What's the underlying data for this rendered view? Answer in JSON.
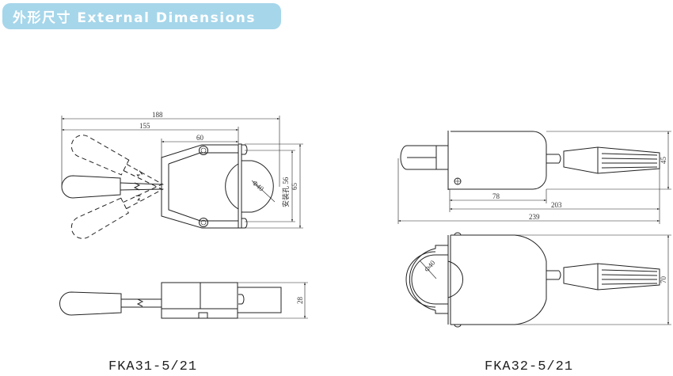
{
  "header": {
    "title": "外形尺寸 External Dimensions",
    "color": "#a6d6ea"
  },
  "left_drawing": {
    "model": "FKA31-5/21",
    "dims": {
      "overall": "188",
      "to_plate": "155",
      "body": "60",
      "hole": "安装孔 56",
      "height": "65",
      "diameter": "Φ40",
      "thickness": "28"
    }
  },
  "right_drawing": {
    "model": "FKA32-5/21",
    "dims": {
      "body": "78",
      "mid": "203",
      "overall": "239",
      "height": "45",
      "diameter": "Φ40",
      "depth": "70"
    }
  }
}
